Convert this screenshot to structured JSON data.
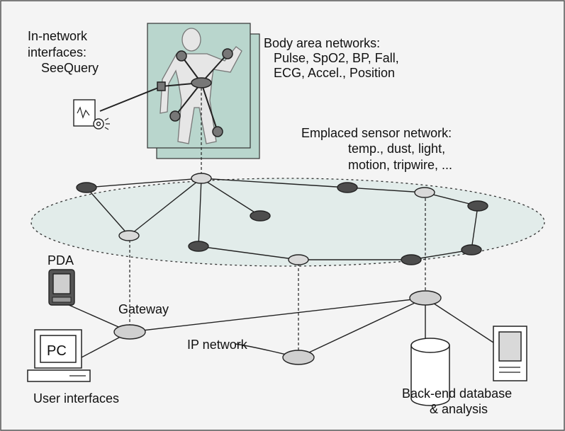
{
  "labels": {
    "in_network_1": "In-network",
    "in_network_2": "interfaces:",
    "in_network_3": "SeeQuery",
    "ban_1": "Body area networks:",
    "ban_2": "Pulse, SpO2, BP, Fall,",
    "ban_3": "ECG, Accel., Position",
    "esn_1": "Emplaced sensor network:",
    "esn_2": "temp., dust, light,",
    "esn_3": "motion, tripwire, ...",
    "pda": "PDA",
    "gateway": "Gateway",
    "pc": "PC",
    "ip_network": "IP network",
    "user_interfaces": "User interfaces",
    "backend_1": "Back-end database",
    "backend_2": "& analysis"
  },
  "colors": {
    "background": "#f4f4f4",
    "body_panel": "#b9d6cd",
    "sensor_field": "#e2ecea",
    "sensor_node_light": "#d9d9d9",
    "sensor_node_dark": "#4d4d4d",
    "figure": "#e6e6e6",
    "stroke": "#222222"
  },
  "icons": [
    "pda-icon",
    "pc-icon",
    "database-icon",
    "display-terminal-icon",
    "sensor-device-icon",
    "body-figure-icon"
  ]
}
